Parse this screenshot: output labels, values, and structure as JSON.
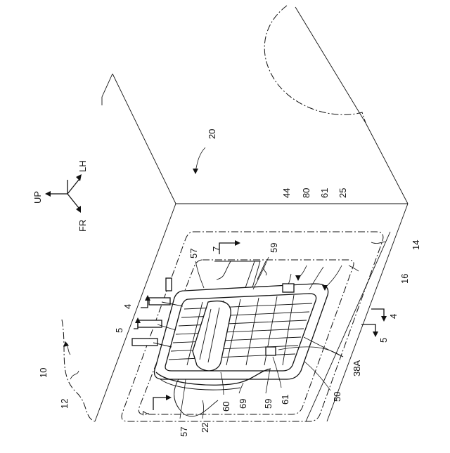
{
  "figure": {
    "labels": {
      "ref_10": "10",
      "ref_12": "12",
      "ref_14": "14",
      "ref_16": "16",
      "ref_20": "20",
      "ref_22": "22",
      "ref_25": "25",
      "ref_38A": "38A",
      "ref_44": "44",
      "ref_50": "50",
      "ref_57_top": "57",
      "ref_57_bottom": "57",
      "ref_59_top": "59",
      "ref_59_bottom": "59",
      "ref_60": "60",
      "ref_61_top": "61",
      "ref_61_bottom": "61",
      "ref_69": "69",
      "ref_80": "80",
      "section_4_left": "4",
      "section_4_right": "4",
      "section_5_left": "5",
      "section_5_right": "5",
      "section_7_top": "7",
      "section_7_bottom": "7"
    },
    "axes": {
      "up": "UP",
      "lh": "LH",
      "fr": "FR"
    }
  }
}
